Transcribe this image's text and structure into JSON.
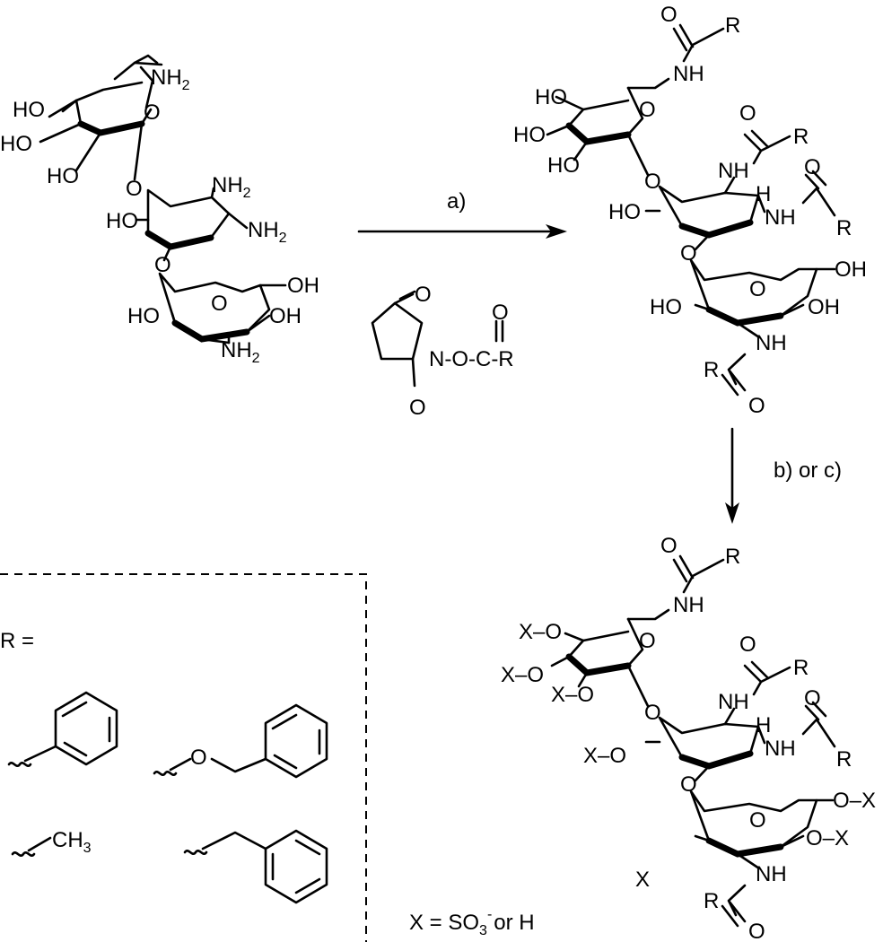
{
  "reagents": {
    "step_a": "a)",
    "step_bc": "b) or c)",
    "nhs_O_top": "O",
    "nhs_O_bottom": "O",
    "nhs_chain": "N-O-C-R",
    "nhs_O_carbonyl": "O"
  },
  "starting_material": {
    "labels": [
      "NH2",
      "HO",
      "O",
      "HO",
      "HO",
      "O",
      "NH2",
      "HO",
      "NH2",
      "O",
      "O",
      "OH",
      "HO",
      "OH",
      "NH2"
    ]
  },
  "intermediate": {
    "labels": [
      "O",
      "R",
      "NH",
      "HO",
      "O",
      "HO",
      "HO",
      "O",
      "O",
      "R",
      "NH",
      "H",
      "O",
      "HO",
      "NH",
      "R",
      "O",
      "O",
      "OH",
      "HO",
      "OH",
      "NH",
      "R",
      "O"
    ]
  },
  "product": {
    "labels": [
      "O",
      "R",
      "NH",
      "X–O",
      "O",
      "X–O",
      "X–O",
      "O",
      "O",
      "R",
      "NH",
      "H",
      "O",
      "X–O",
      "NH",
      "R",
      "O",
      "O–X",
      "O",
      "X",
      "O–X",
      "NH",
      "R",
      "O"
    ]
  },
  "legend": {
    "r_equals": "R =",
    "ch3": "CH3",
    "x_def_prefix": "X = SO",
    "x_def_sub": "3",
    "x_def_sup": "-",
    "x_def_suffix": "or H"
  },
  "colors": {
    "ink": "#000000",
    "background": "#ffffff"
  }
}
